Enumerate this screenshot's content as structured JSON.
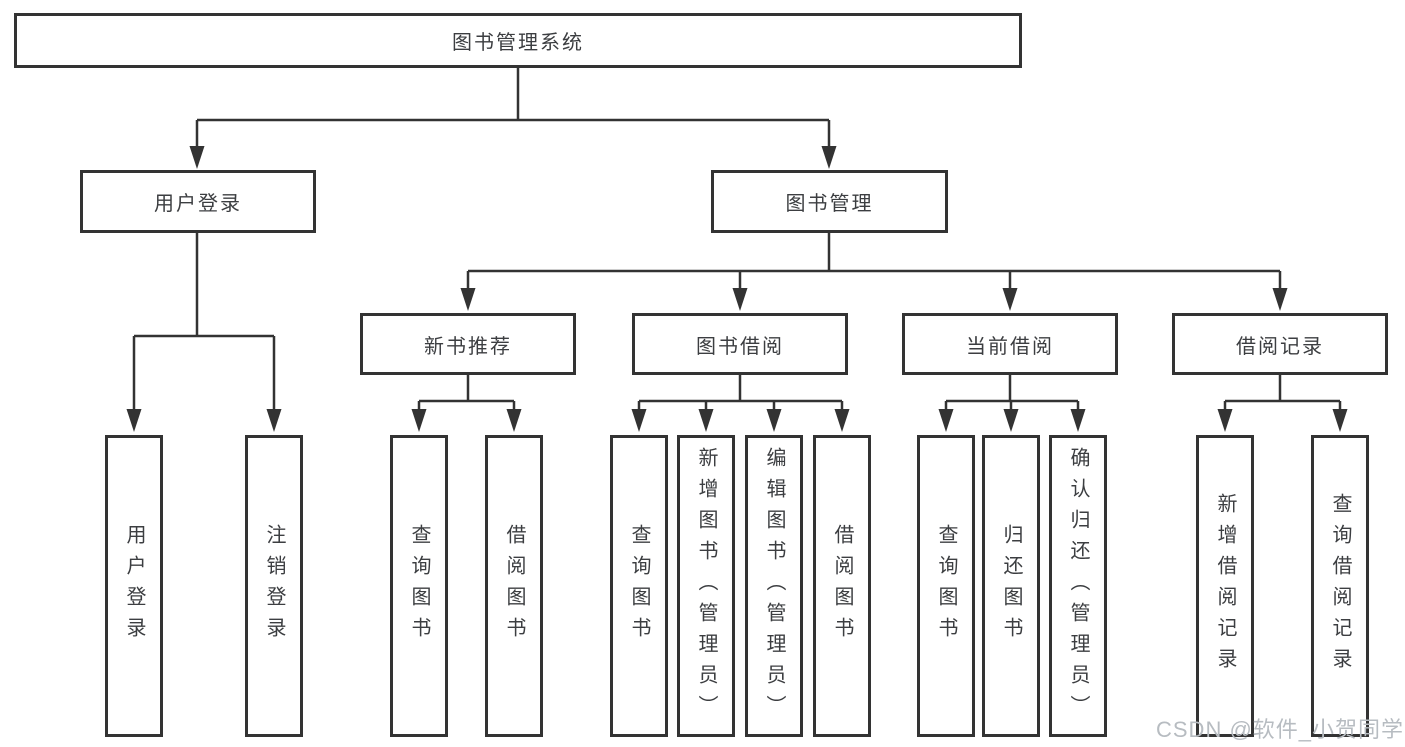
{
  "tree": {
    "root": "图书管理系统",
    "branches": [
      {
        "label": "用户登录",
        "leaves": [
          "用户登录",
          "注销登录"
        ]
      },
      {
        "label": "图书管理",
        "groups": [
          {
            "label": "新书推荐",
            "leaves": [
              "查询图书",
              "借阅图书"
            ]
          },
          {
            "label": "图书借阅",
            "leaves": [
              "查询图书",
              "新增图书（管理员）",
              "编辑图书（管理员）",
              "借阅图书"
            ]
          },
          {
            "label": "当前借阅",
            "leaves": [
              "查询图书",
              "归还图书",
              "确认归还（管理员）"
            ]
          },
          {
            "label": "借阅记录",
            "leaves": [
              "新增借阅记录",
              "查询借阅记录"
            ]
          }
        ]
      }
    ]
  },
  "watermark": {
    "text": "CSDN @软件_小贺同学"
  },
  "colors": {
    "line": "#333333",
    "box_border": "#333333",
    "text": "#3c3e41",
    "watermark": "#b7bcc1",
    "background": "#ffffff"
  }
}
